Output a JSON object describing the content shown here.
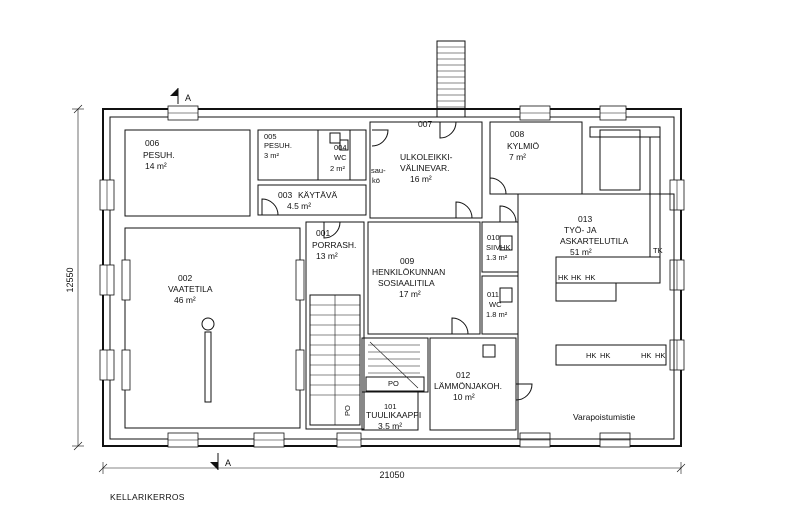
{
  "drawing": {
    "title": "KELLARIKERROS",
    "dim_width": "21050",
    "dim_height": "12550",
    "section_mark": "A",
    "emergency_exit": "Varapoistumistie"
  },
  "rooms": {
    "r001": {
      "num": "001",
      "name": "PORRASH.",
      "area": "13 m²"
    },
    "r002": {
      "num": "002",
      "name": "VAATETILA",
      "area": "46 m²"
    },
    "r003": {
      "num": "003",
      "name": "KÄYTÄVÄ",
      "area": "4.5 m²"
    },
    "r004": {
      "num": "004",
      "name": "WC",
      "area": "2 m²"
    },
    "r005": {
      "num": "005",
      "name": "PESUH.",
      "area": "3 m²"
    },
    "r006": {
      "num": "006",
      "name": "PESUH.",
      "area": "14 m²"
    },
    "r007": {
      "num": "007",
      "name1": "ULKOLEIKKI-",
      "name2": "VÄLINEVAR.",
      "area": "16 m²"
    },
    "r008": {
      "num": "008",
      "name": "KYLMIÖ",
      "area": "7 m²"
    },
    "r009": {
      "num": "009",
      "name1": "HENKILÖKUNNAN",
      "name2": "SOSIAALITILA",
      "area": "17 m²"
    },
    "r010": {
      "num": "010",
      "name": "SIIVHK.",
      "area": "1.3 m²"
    },
    "r011": {
      "num": "011",
      "name": "WC",
      "area": "1.8 m²"
    },
    "r012": {
      "num": "012",
      "name": "LÄMMÖNJAKOH.",
      "area": "10 m²"
    },
    "r013": {
      "num": "013",
      "name1": "TYÖ- JA",
      "name2": "ASKARTELUTILA",
      "area": "51 m²"
    },
    "r101": {
      "num": "101",
      "name": "TUULIKAAPPI",
      "area": "3.5 m²"
    }
  },
  "fixtures": {
    "hk": "HK",
    "tk": "TK",
    "po": "PO",
    "sau1": "sau-",
    "sau2": "kö"
  }
}
